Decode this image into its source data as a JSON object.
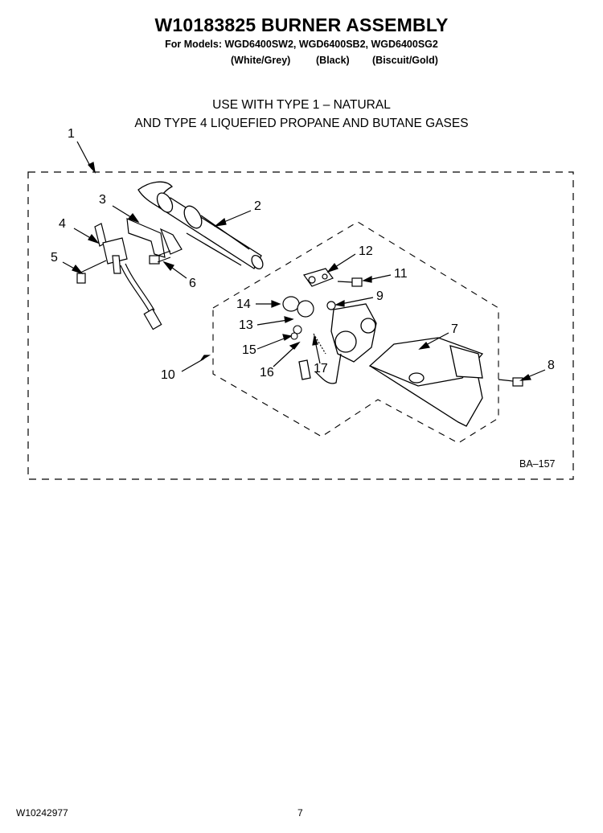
{
  "header": {
    "title": "W10183825 BURNER ASSEMBLY",
    "models_line": "For Models: WGD6400SW2, WGD6400SB2, WGD6400SG2",
    "colors": [
      "(White/Grey)",
      "(Black)",
      "(Biscuit/Gold)"
    ]
  },
  "notes": {
    "line1": "USE WITH TYPE 1 –  NATURAL",
    "line2": "AND TYPE 4    LIQUEFIED PROPANE AND BUTANE GASES"
  },
  "callouts": [
    "1",
    "2",
    "3",
    "4",
    "5",
    "6",
    "7",
    "8",
    "9",
    "10",
    "11",
    "12",
    "13",
    "14",
    "15",
    "16",
    "17"
  ],
  "drawing_code": "BA–157",
  "footer": {
    "doc_number": "W10242977",
    "page_number": "7"
  }
}
